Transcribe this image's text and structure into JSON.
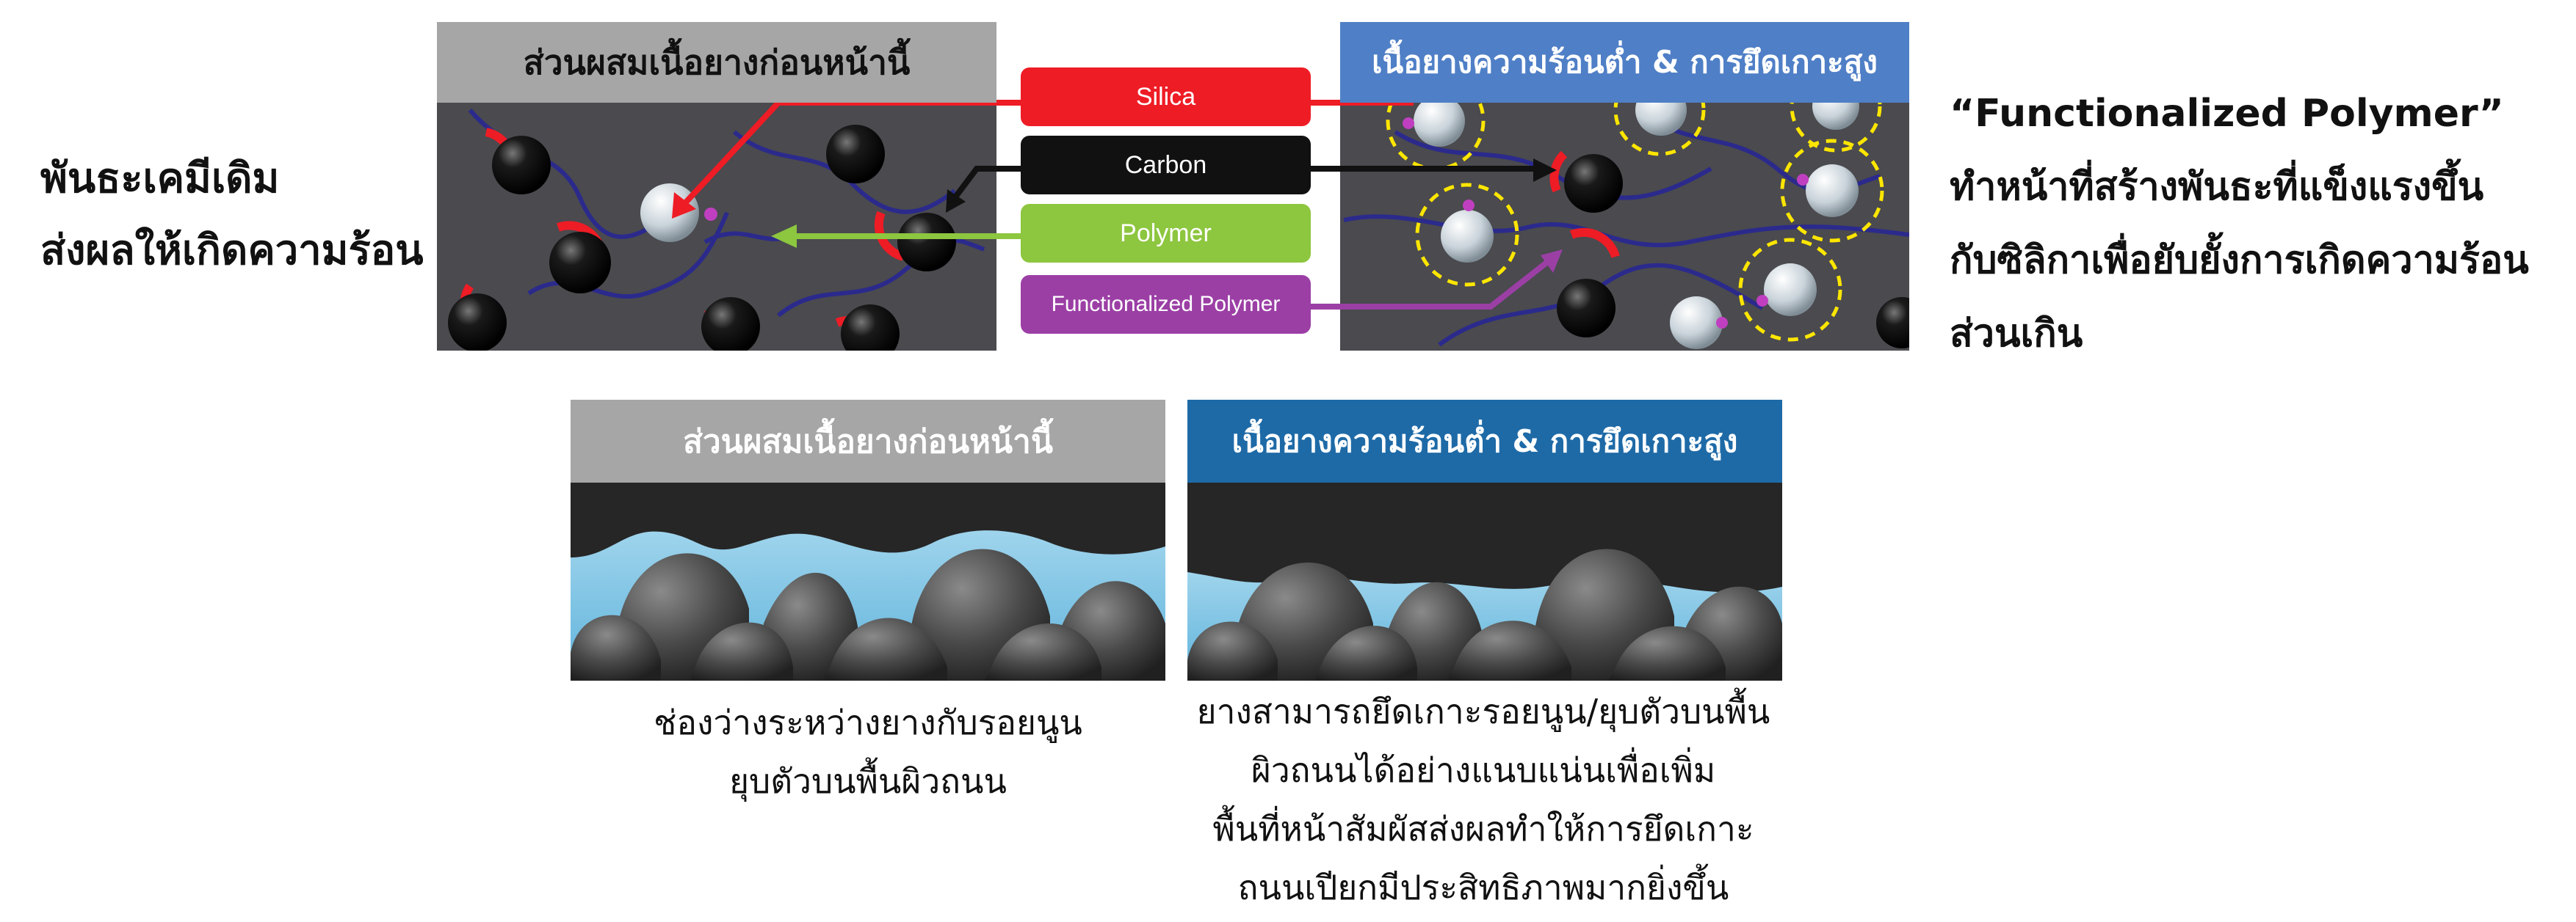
{
  "left_text": [
    "พันธะเคมีเดิม",
    "ส่งผลให้เกิดความร้อน"
  ],
  "right_text": [
    "“Functionalized Polymer”",
    "ทำหน้าที่สร้างพันธะที่แข็งแรงขึ้น",
    "กับซิลิกาเพื่อยับยั้งการเกิดความร้อน",
    "ส่วนเกิน"
  ],
  "top_panels": {
    "left_title": "ส่วนผสมเนื้อยางก่อนหน้านี้",
    "right_title": "เนื้อยางความร้อนต่ำ & การยึดเกาะสูง"
  },
  "legend": [
    {
      "label": "Silica",
      "color": "#ee1c25"
    },
    {
      "label": "Carbon",
      "color": "#111111"
    },
    {
      "label": "Polymer",
      "color": "#8dc63f"
    },
    {
      "label": "Functionalized Polymer",
      "color": "#9b3fa5"
    }
  ],
  "bottom_panels": {
    "left_title": "ส่วนผสมเนื้อยางก่อนหน้านี้",
    "right_title": "เนื้อยางความร้อนต่ำ & การยึดเกาะสูง",
    "left_caption": [
      "ช่องว่างระหว่างยางกับรอยนูน",
      "ยุบตัวบนพื้นผิวถนน"
    ],
    "right_caption": [
      "ยางสามารถยึดเกาะรอยนูน/ยุบตัวบนพื้น",
      "ผิวถนนได้อย่างแนบแน่นเพื่อเพิ่ม",
      "พื้นที่หน้าสัมผัสส่งผลทำให้การยึดเกาะ",
      "ถนนเปียกมีประสิทธิภาพมากยิ่งขึ้น"
    ]
  }
}
